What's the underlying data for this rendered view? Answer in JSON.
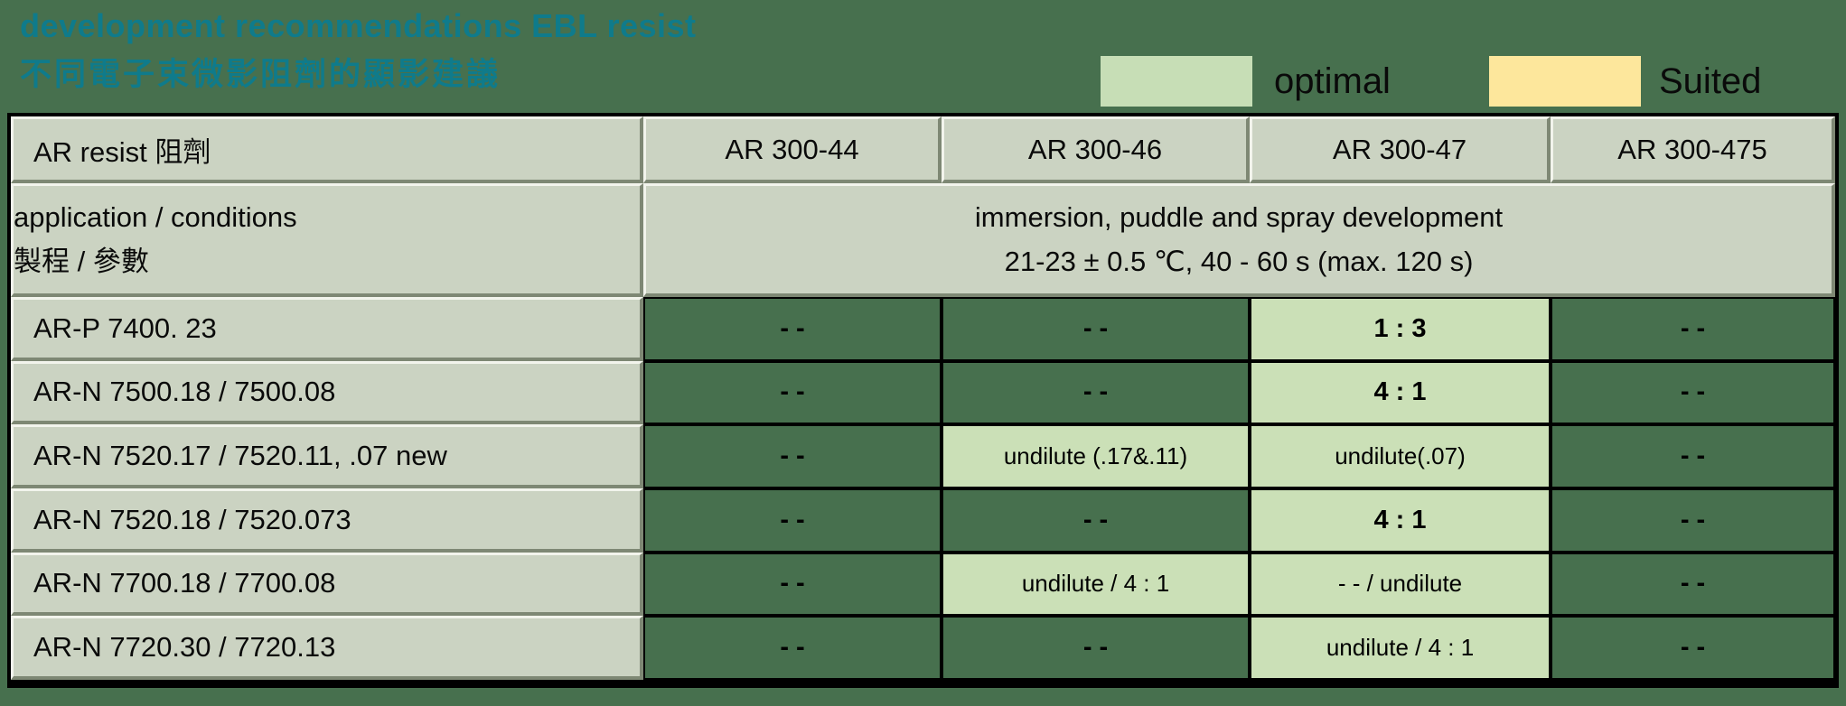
{
  "title": {
    "line1": "development recommendations EBL resist",
    "line2": "不同電子束微影阻劑的顯影建議"
  },
  "legend": [
    {
      "label": "optimal",
      "color": "#c7deb6"
    },
    {
      "label": "Suited",
      "color": "#fde79c"
    }
  ],
  "colors": {
    "background": "#47704e",
    "title": "#0f7b8b",
    "header_cell": "#cbd3c2",
    "optimal_cell": "#cbe0b7",
    "suited_cell": "#fde79c",
    "grid_border": "#000000"
  },
  "table": {
    "corner_label": "AR resist 阻劑",
    "columns": [
      "AR 300-44",
      "AR 300-46",
      "AR 300-47",
      "AR 300-475"
    ],
    "conditions": {
      "label_line1": "application / conditions",
      "label_line2": "製程 / 參數",
      "value_line1": "immersion, puddle and spray development",
      "value_line2": "21-23 ± 0.5 ℃, 40 - 60 s (max. 120 s)"
    },
    "rows": [
      {
        "label": "AR-P 7400. 23",
        "cells": [
          {
            "text": "- -",
            "status": "none"
          },
          {
            "text": "- -",
            "status": "none"
          },
          {
            "text": "1 : 3",
            "status": "optimal"
          },
          {
            "text": "- -",
            "status": "none"
          }
        ]
      },
      {
        "label": "AR-N 7500.18 / 7500.08",
        "cells": [
          {
            "text": "- -",
            "status": "none"
          },
          {
            "text": "- -",
            "status": "none"
          },
          {
            "text": "4 : 1",
            "status": "optimal"
          },
          {
            "text": "- -",
            "status": "none"
          }
        ]
      },
      {
        "label": "AR-N 7520.17 / 7520.11, .07 new",
        "cells": [
          {
            "text": "- -",
            "status": "none"
          },
          {
            "text": "undilute (.17&.11)",
            "status": "optimal"
          },
          {
            "text": "undilute(.07)",
            "status": "optimal"
          },
          {
            "text": "- -",
            "status": "none"
          }
        ]
      },
      {
        "label": "AR-N 7520.18 / 7520.073",
        "cells": [
          {
            "text": "- -",
            "status": "none"
          },
          {
            "text": "- -",
            "status": "none"
          },
          {
            "text": "4 : 1",
            "status": "optimal"
          },
          {
            "text": "- -",
            "status": "none"
          }
        ]
      },
      {
        "label": "AR-N 7700.18 / 7700.08",
        "cells": [
          {
            "text": "- -",
            "status": "none"
          },
          {
            "text": "undilute / 4 : 1",
            "status": "optimal"
          },
          {
            "text": "- - / undilute",
            "status": "optimal"
          },
          {
            "text": "- -",
            "status": "none"
          }
        ]
      },
      {
        "label": "AR-N 7720.30 / 7720.13",
        "cells": [
          {
            "text": "- -",
            "status": "none"
          },
          {
            "text": "- -",
            "status": "none"
          },
          {
            "text": "undilute / 4 : 1",
            "status": "optimal"
          },
          {
            "text": "- -",
            "status": "none"
          }
        ]
      }
    ]
  }
}
